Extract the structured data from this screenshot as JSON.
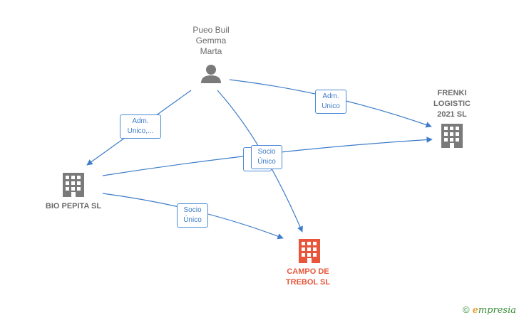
{
  "nodes": {
    "person": {
      "lines": [
        "Pueo Buil",
        "Gemma",
        "Marta"
      ],
      "icon": "person-icon"
    },
    "frenki": {
      "lines": [
        "FRENKI",
        "LOGISTIC",
        "2021  SL"
      ],
      "icon": "building-icon"
    },
    "bio": {
      "lines": [
        "BIO PEPITA  SL"
      ],
      "icon": "building-icon"
    },
    "campo": {
      "lines": [
        "CAMPO DE",
        "TREBOL  SL"
      ],
      "icon": "building-icon"
    }
  },
  "edges": {
    "person_bio": [
      "Adm.",
      "Unico,..."
    ],
    "person_frenki": [
      "Adm.",
      "Unico"
    ],
    "person_campo": [
      "A",
      "U"
    ],
    "bio_frenki": [
      "Socio",
      "Único"
    ],
    "bio_campo": [
      "Socio",
      "Único"
    ]
  },
  "watermark": {
    "copyright": "©",
    "brand_initial": "e",
    "brand_rest": "mpresia"
  },
  "colors": {
    "edge": "#3d7cc9",
    "node": "#7a7a7a",
    "focus": "#e8553a"
  }
}
